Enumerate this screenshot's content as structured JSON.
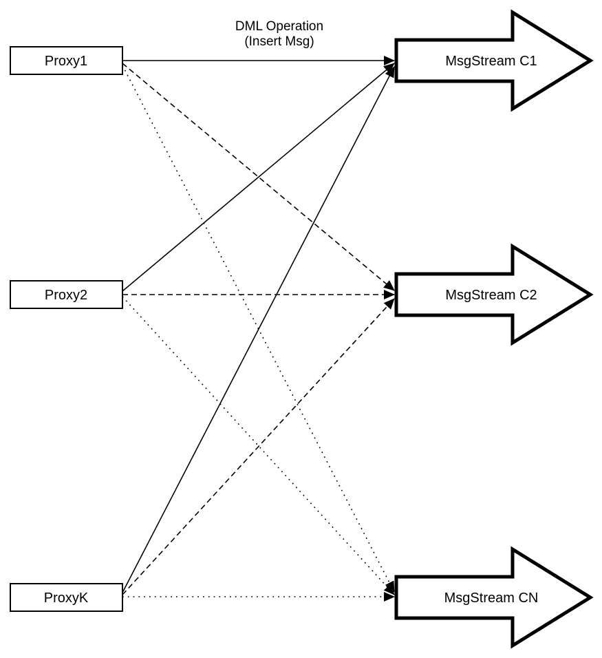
{
  "diagram": {
    "title_line1": "DML Operation",
    "title_line2": "(Insert Msg)",
    "colors": {
      "stroke": "#000000",
      "fill": "#ffffff",
      "background": "#ffffff"
    },
    "nodes": [
      {
        "id": "proxy1",
        "label": "Proxy1"
      },
      {
        "id": "proxy2",
        "label": "Proxy2"
      },
      {
        "id": "proxyk",
        "label": "ProxyK"
      }
    ],
    "streams": [
      {
        "id": "c1",
        "label": "MsgStream C1"
      },
      {
        "id": "c2",
        "label": "MsgStream C2"
      },
      {
        "id": "cn",
        "label": "MsgStream CN"
      }
    ],
    "edges": [
      {
        "from": "Proxy1",
        "to": "MsgStream C1",
        "style": "solid"
      },
      {
        "from": "Proxy2",
        "to": "MsgStream C1",
        "style": "solid"
      },
      {
        "from": "ProxyK",
        "to": "MsgStream C1",
        "style": "solid"
      },
      {
        "from": "Proxy1",
        "to": "MsgStream C2",
        "style": "dashed"
      },
      {
        "from": "Proxy2",
        "to": "MsgStream C2",
        "style": "dashed"
      },
      {
        "from": "ProxyK",
        "to": "MsgStream C2",
        "style": "dashed"
      },
      {
        "from": "Proxy1",
        "to": "MsgStream CN",
        "style": "dotted"
      },
      {
        "from": "Proxy2",
        "to": "MsgStream CN",
        "style": "dotted"
      },
      {
        "from": "ProxyK",
        "to": "MsgStream CN",
        "style": "dotted"
      }
    ]
  }
}
